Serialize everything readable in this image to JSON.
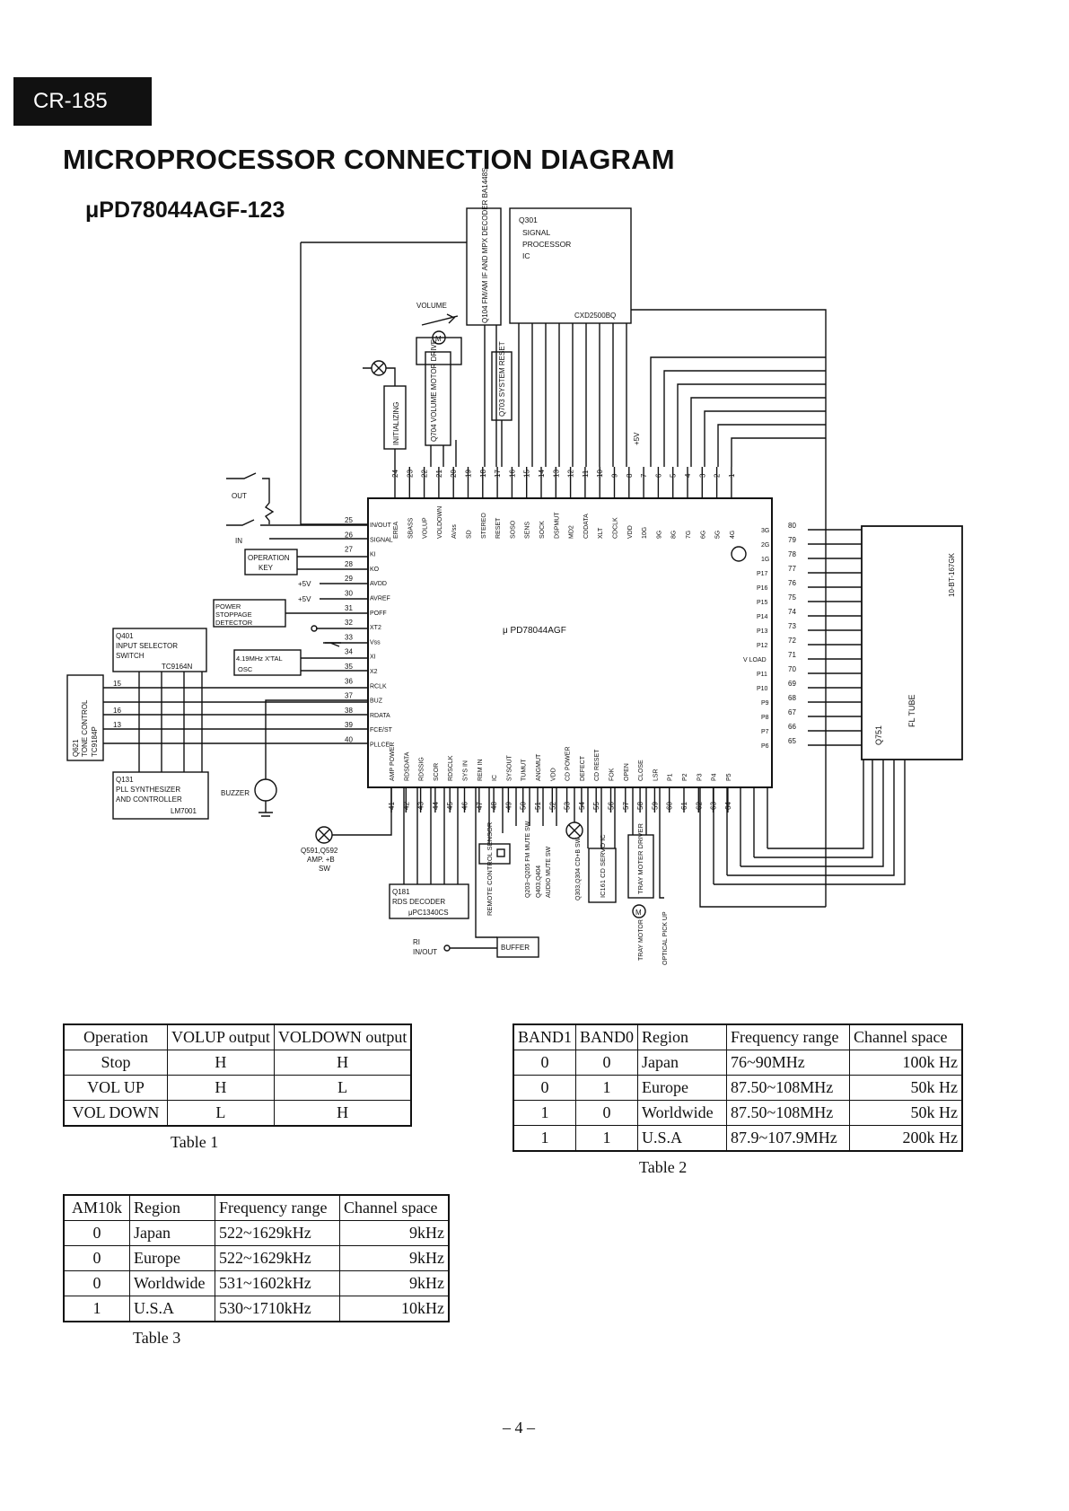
{
  "header": {
    "model": "CR-185",
    "title": "MICROPROCESSOR CONNECTION DIAGRAM",
    "chip": "μPD78044AGF-123"
  },
  "diagram": {
    "main_chip": "μ PD78044AGF",
    "blocks": {
      "q104": "Q104 FM/AM IF AND MPX DECODER BA1448S",
      "q301_line1": "Q301",
      "q301_line2": "SIGNAL",
      "q301_line3": "PROCESSOR",
      "q301_line4": "IC",
      "q301_part": "CXD2500BQ",
      "volume": "VOLUME",
      "initializing": "INITIALIZING",
      "q704": "Q704 VOLUME MOTOR DRIVE",
      "q703": "Q703 SYSTEM RESET",
      "operation_key_1": "OPERATION",
      "operation_key_2": "KEY",
      "power_stop_1": "POWER",
      "power_stop_2": "STOPPAGE",
      "power_stop_3": "DETECTOR",
      "q401_1": "Q401",
      "q401_2": "INPUT SELECTOR",
      "q401_3": "SWITCH",
      "q401_4": "TC9164N",
      "xtal_1": "4.19MHz X'TAL",
      "xtal_2": "OSC",
      "q621_1": "Q621",
      "q621_2": "TONE CONTROL",
      "q621_3": "TC9184P",
      "q131_1": "Q131",
      "q131_2": "PLL SYNTHESIZER",
      "q131_3": "AND CONTROLLER",
      "q131_4": "LM7001",
      "buzzer": "BUZZER",
      "out": "OUT",
      "in": "IN",
      "q591_1": "Q591,Q592",
      "q591_2": "AMP. +B",
      "q591_3": "SW",
      "q181_1": "Q181",
      "q181_2": "RDS DECODER",
      "q181_3": "μPC1340CS",
      "ri_1": "RI",
      "ri_2": "IN/OUT",
      "buffer": "BUFFER",
      "remote": "REMOTE CONTROL SENSOR",
      "mute_1": "Q203~Q205 FM MUTE SW",
      "mute_2": "Q403,Q404",
      "mute_3": "AUDIO MUTE SW",
      "q303": "Q303,Q304 CD+B SW",
      "ic161": "IC161 CD SERVO IC",
      "tray_driver": "TRAY MOTER DRIVER",
      "tray_motor": "TRAY MOTOR",
      "optical": "OPTICAL PICK UP",
      "q751": "Q751",
      "fl_tube": "FL TUBE",
      "fl_part": "10-BT-167GK",
      "plus5v_a": "+5V",
      "plus5v_b": "+5V",
      "plus5v_c": "+5V"
    },
    "top_pins": [
      {
        "n": "24",
        "s": "EREA"
      },
      {
        "n": "23",
        "s": "SBASS"
      },
      {
        "n": "22",
        "s": "VOLUP"
      },
      {
        "n": "21",
        "s": "VOLDOWN"
      },
      {
        "n": "20",
        "s": "AVss"
      },
      {
        "n": "19",
        "s": "SD"
      },
      {
        "n": "18",
        "s": "STEREO"
      },
      {
        "n": "17",
        "s": "RESET"
      },
      {
        "n": "16",
        "s": "SOSO"
      },
      {
        "n": "15",
        "s": "SENS"
      },
      {
        "n": "14",
        "s": "SOCK"
      },
      {
        "n": "13",
        "s": "DSPMUT"
      },
      {
        "n": "12",
        "s": "MD2"
      },
      {
        "n": "11",
        "s": "CDDATA"
      },
      {
        "n": "10",
        "s": "XLT"
      },
      {
        "n": "9",
        "s": "CDCLK"
      },
      {
        "n": "8",
        "s": "VDD"
      },
      {
        "n": "7",
        "s": "10G"
      },
      {
        "n": "6",
        "s": "9G"
      },
      {
        "n": "5",
        "s": "8G"
      },
      {
        "n": "4",
        "s": "7G"
      },
      {
        "n": "3",
        "s": "6G"
      },
      {
        "n": "2",
        "s": "5G"
      },
      {
        "n": "1",
        "s": "4G"
      }
    ],
    "left_pins": [
      {
        "n": "25",
        "s": "IN/OUT"
      },
      {
        "n": "26",
        "s": "SIGNAL"
      },
      {
        "n": "27",
        "s": "KI"
      },
      {
        "n": "28",
        "s": "KO"
      },
      {
        "n": "29",
        "s": "AVDD"
      },
      {
        "n": "30",
        "s": "AVREF"
      },
      {
        "n": "31",
        "s": "POFF"
      },
      {
        "n": "32",
        "s": "XT2"
      },
      {
        "n": "33",
        "s": "Vss"
      },
      {
        "n": "34",
        "s": "XI"
      },
      {
        "n": "35",
        "s": "X2"
      },
      {
        "n": "36",
        "s": "RCLK"
      },
      {
        "n": "37",
        "s": "BUZ"
      },
      {
        "n": "38",
        "s": "RDATA"
      },
      {
        "n": "39",
        "s": "FCE/ST"
      },
      {
        "n": "40",
        "s": "PLLCE"
      }
    ],
    "bottom_pins": [
      {
        "n": "41",
        "s": "AMP POWER"
      },
      {
        "n": "42",
        "s": "RDSDATA"
      },
      {
        "n": "43",
        "s": "RDSSIG"
      },
      {
        "n": "44",
        "s": "SCOR"
      },
      {
        "n": "45",
        "s": "RDSCLK"
      },
      {
        "n": "46",
        "s": "SYS IN"
      },
      {
        "n": "47",
        "s": "REM IN"
      },
      {
        "n": "48",
        "s": "IC"
      },
      {
        "n": "49",
        "s": "SYSOUT"
      },
      {
        "n": "50",
        "s": "TUMUT"
      },
      {
        "n": "51",
        "s": "ANGMUT"
      },
      {
        "n": "52",
        "s": "VDD"
      },
      {
        "n": "53",
        "s": "CD POWER"
      },
      {
        "n": "54",
        "s": "DEFECT"
      },
      {
        "n": "55",
        "s": "CD RESET"
      },
      {
        "n": "56",
        "s": "FOK"
      },
      {
        "n": "57",
        "s": "OPEN"
      },
      {
        "n": "58",
        "s": "CLOSE"
      },
      {
        "n": "59",
        "s": "LSR"
      },
      {
        "n": "60",
        "s": "P1"
      },
      {
        "n": "61",
        "s": "P2"
      },
      {
        "n": "62",
        "s": "P3"
      },
      {
        "n": "63",
        "s": "P4"
      },
      {
        "n": "64",
        "s": "P5"
      }
    ],
    "right_pins": [
      {
        "n": "80",
        "s": "3G"
      },
      {
        "n": "79",
        "s": "2G"
      },
      {
        "n": "78",
        "s": "1G"
      },
      {
        "n": "77",
        "s": "P17"
      },
      {
        "n": "76",
        "s": "P16"
      },
      {
        "n": "75",
        "s": "P15"
      },
      {
        "n": "74",
        "s": "P14"
      },
      {
        "n": "73",
        "s": "P13"
      },
      {
        "n": "72",
        "s": "P12"
      },
      {
        "n": "71",
        "s": "V LOAD"
      },
      {
        "n": "70",
        "s": "P11"
      },
      {
        "n": "69",
        "s": "P10"
      },
      {
        "n": "68",
        "s": "P9"
      },
      {
        "n": "67",
        "s": "P8"
      },
      {
        "n": "66",
        "s": "P7"
      },
      {
        "n": "65",
        "s": "P6"
      }
    ],
    "side_pins": {
      "p15": "15",
      "p16": "16",
      "p13": "13"
    }
  },
  "table1": {
    "caption": "Table 1",
    "headers": [
      "Operation",
      "VOLUP output",
      "VOLDOWN output"
    ],
    "rows": [
      [
        "Stop",
        "H",
        "H"
      ],
      [
        "VOL UP",
        "H",
        "L"
      ],
      [
        "VOL DOWN",
        "L",
        "H"
      ]
    ]
  },
  "table2": {
    "caption": "Table 2",
    "headers": [
      "BAND1",
      "BAND0",
      "Region",
      "Frequency range",
      "Channel space"
    ],
    "rows": [
      [
        "0",
        "0",
        "Japan",
        "76~90MHz",
        "100k Hz"
      ],
      [
        "0",
        "1",
        "Europe",
        "87.50~108MHz",
        "50k Hz"
      ],
      [
        "1",
        "0",
        "Worldwide",
        "87.50~108MHz",
        "50k Hz"
      ],
      [
        "1",
        "1",
        "U.S.A",
        "87.9~107.9MHz",
        "200k Hz"
      ]
    ]
  },
  "table3": {
    "caption": "Table 3",
    "headers": [
      "AM10k",
      "Region",
      "Frequency range",
      "Channel space"
    ],
    "rows": [
      [
        "0",
        "Japan",
        "522~1629kHz",
        "9kHz"
      ],
      [
        "0",
        "Europe",
        "522~1629kHz",
        "9kHz"
      ],
      [
        "0",
        "Worldwide",
        "531~1602kHz",
        "9kHz"
      ],
      [
        "1",
        "U.S.A",
        "530~1710kHz",
        "10kHz"
      ]
    ]
  },
  "footer": {
    "page": "– 4 –"
  }
}
